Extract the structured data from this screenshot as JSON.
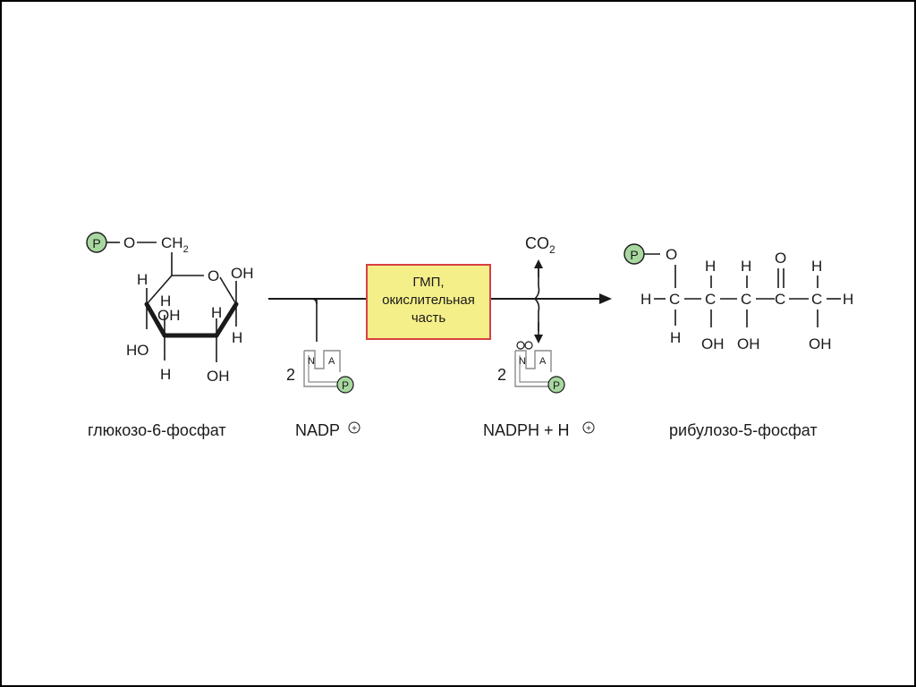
{
  "colors": {
    "phosphate_fill": "#a8d8a0",
    "enzyme_box_fill": "#f5ef8a",
    "enzyme_box_border": "#d84040",
    "line": "#1a1a1a"
  },
  "phosphate_symbol": "P",
  "glucose": {
    "name": "глюкозо-6-фосфат",
    "o_link": "O",
    "ch": "CH",
    "ch_sub": "2",
    "ring_o": "O",
    "oh_top_right": "OH",
    "h_left": "H",
    "h_c1": "H",
    "oh_inner": "OH",
    "h_inner": "H",
    "h_right": "H",
    "ho_left": "HO",
    "h_bottom": "H",
    "oh_bottom": "OH"
  },
  "enzyme": {
    "line1": "ГМП,",
    "line2": "окислительная",
    "line3": "часть"
  },
  "cofactor_in": {
    "count": "2",
    "n": "N",
    "a": "A",
    "p": "P",
    "label": "NADP",
    "charge": "+"
  },
  "cofactor_out": {
    "count": "2",
    "n": "N",
    "a": "A",
    "p": "P",
    "label": "NADPH + H",
    "charge": "+"
  },
  "co2": {
    "text": "CO",
    "sub": "2"
  },
  "ribulose": {
    "name": "рибулозо-5-фосфат",
    "o_top": "O",
    "h_left": "H",
    "c1": "C",
    "h_c1_bottom": "H",
    "h_c2_top": "H",
    "c2": "C",
    "oh_c2": "OH",
    "h_c3_top": "H",
    "c3": "C",
    "oh_c3": "OH",
    "o_keto": "O",
    "c4": "C",
    "h_c5_top": "H",
    "c5": "C",
    "oh_c5": "OH",
    "h_right": "H"
  }
}
